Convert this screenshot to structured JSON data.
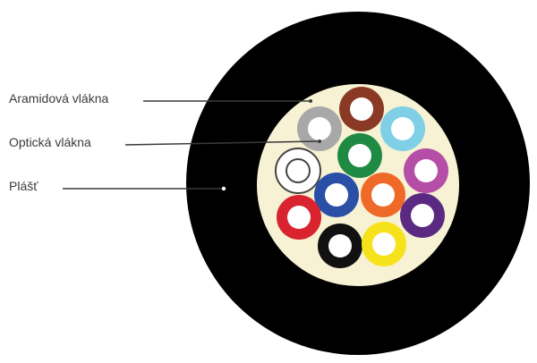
{
  "labels": {
    "aramid": "Aramidová vlákna",
    "optical": "Optická vlákna",
    "jacket": "Plášť"
  },
  "colors": {
    "jacket": "#000000",
    "core": "#f7f2d4",
    "tube_inner": "#ffffff",
    "leader_line": "#3a3a3a",
    "fibers": {
      "brown": "#8a3a24",
      "grey": "#a8a8a8",
      "aqua": "#7fcfe6",
      "green": "#1f8a43",
      "white": "#ffffff",
      "violet": "#b54ea6",
      "blue": "#2a4fa6",
      "orange": "#ef6a28",
      "red": "#d9232e",
      "purple": "#5a2a82",
      "black": "#111111",
      "yellow": "#f5e21a"
    }
  }
}
